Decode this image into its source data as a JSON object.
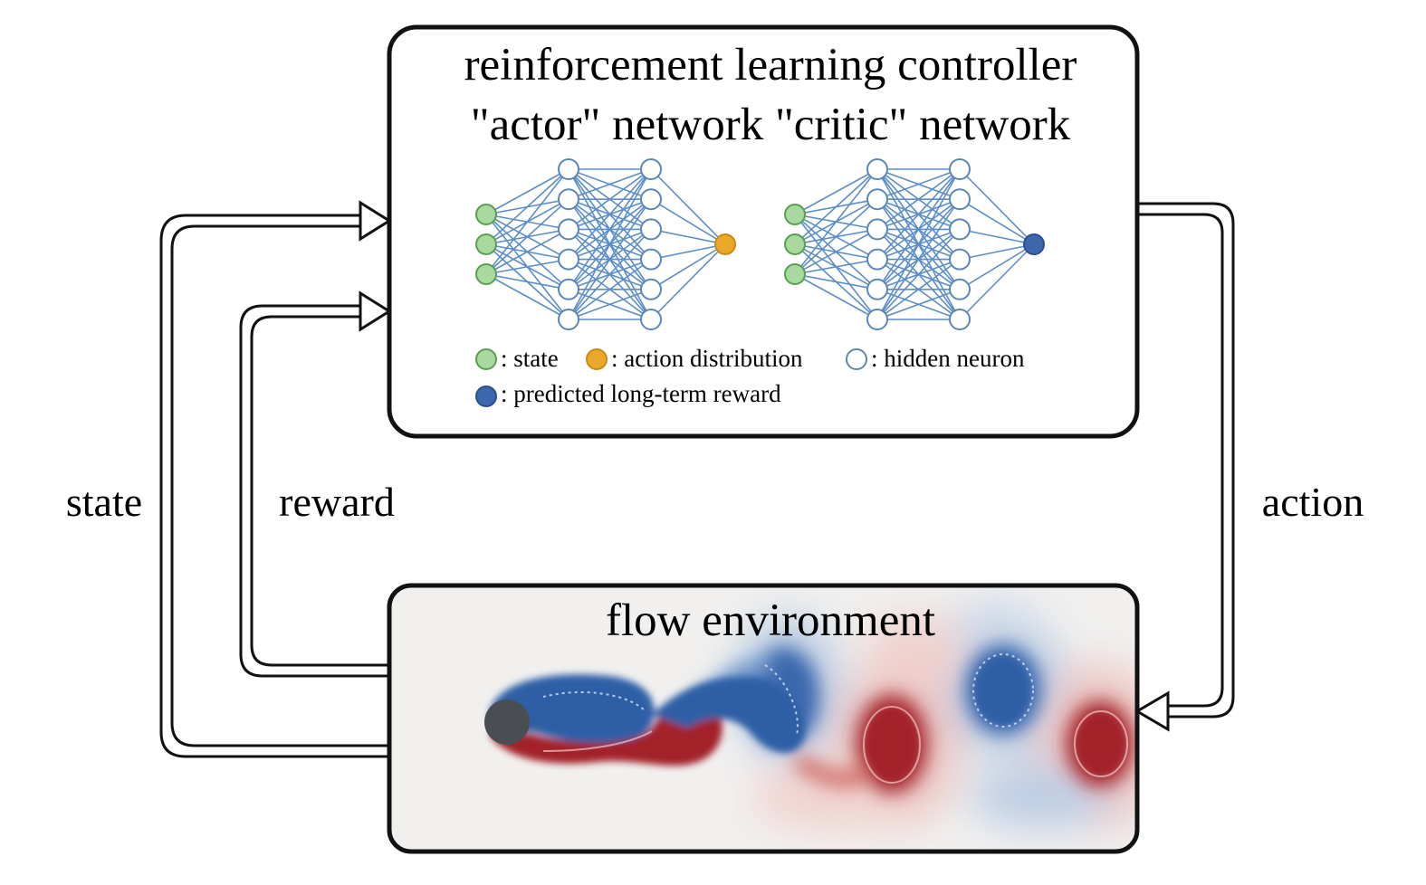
{
  "controller": {
    "title": "reinforcement learning controller",
    "subtitle": "\"actor\" network \"critic\" network"
  },
  "legend": {
    "state": ": state",
    "action_distribution": ": action distribution",
    "hidden_neuron": ": hidden neuron",
    "predicted_reward": ": predicted long-term reward"
  },
  "environment": {
    "title": "flow environment"
  },
  "flows": {
    "state": "state",
    "reward": "reward",
    "action": "action"
  },
  "networks": {
    "actor": {
      "layers": [
        3,
        6,
        6,
        1
      ],
      "output": "action distribution"
    },
    "critic": {
      "layers": [
        3,
        6,
        6,
        1
      ],
      "output": "predicted long-term reward"
    }
  },
  "colors": {
    "state_node": "#a9d8a0",
    "state_stroke": "#5a9e52",
    "action_node": "#e9a82a",
    "reward_node": "#3c67ad",
    "hidden_stroke": "#5a86b8",
    "edge": "#5b8ec7",
    "vortex_red": "#a3202b",
    "vortex_blue": "#2f5fa6",
    "cylinder": "#4a4d52"
  }
}
